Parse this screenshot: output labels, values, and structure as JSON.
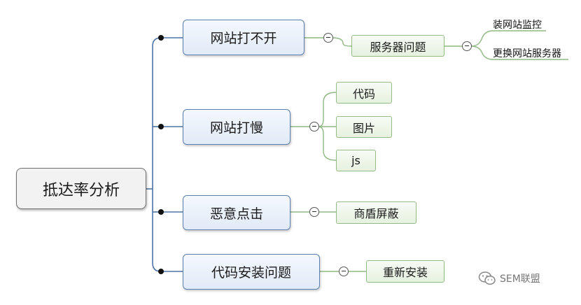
{
  "root": {
    "label": "抵达率分析"
  },
  "branches": [
    {
      "label": "网站打不开",
      "children": [
        {
          "label": "服务器问题",
          "children": [
            "装网站监控",
            "更换网站服务器"
          ]
        }
      ]
    },
    {
      "label": "网站打慢",
      "children": [
        {
          "label": "代码"
        },
        {
          "label": "图片"
        },
        {
          "label": "js"
        }
      ]
    },
    {
      "label": "恶意点击",
      "children": [
        {
          "label": "商盾屏蔽"
        }
      ]
    },
    {
      "label": "代码安装问题",
      "children": [
        {
          "label": "重新安装"
        }
      ]
    }
  ],
  "watermark": {
    "icon": "wechat-icon",
    "text": "SEM联盟"
  },
  "colors": {
    "root_border": "#6f6f6f",
    "branch_line": "#4f73a6",
    "branch_border": "#5d7fae",
    "branch_fill": "#e1eaf7",
    "sub_line": "#8fb884",
    "sub_border": "#93bb86",
    "sub_fill": "#e6f1df"
  }
}
